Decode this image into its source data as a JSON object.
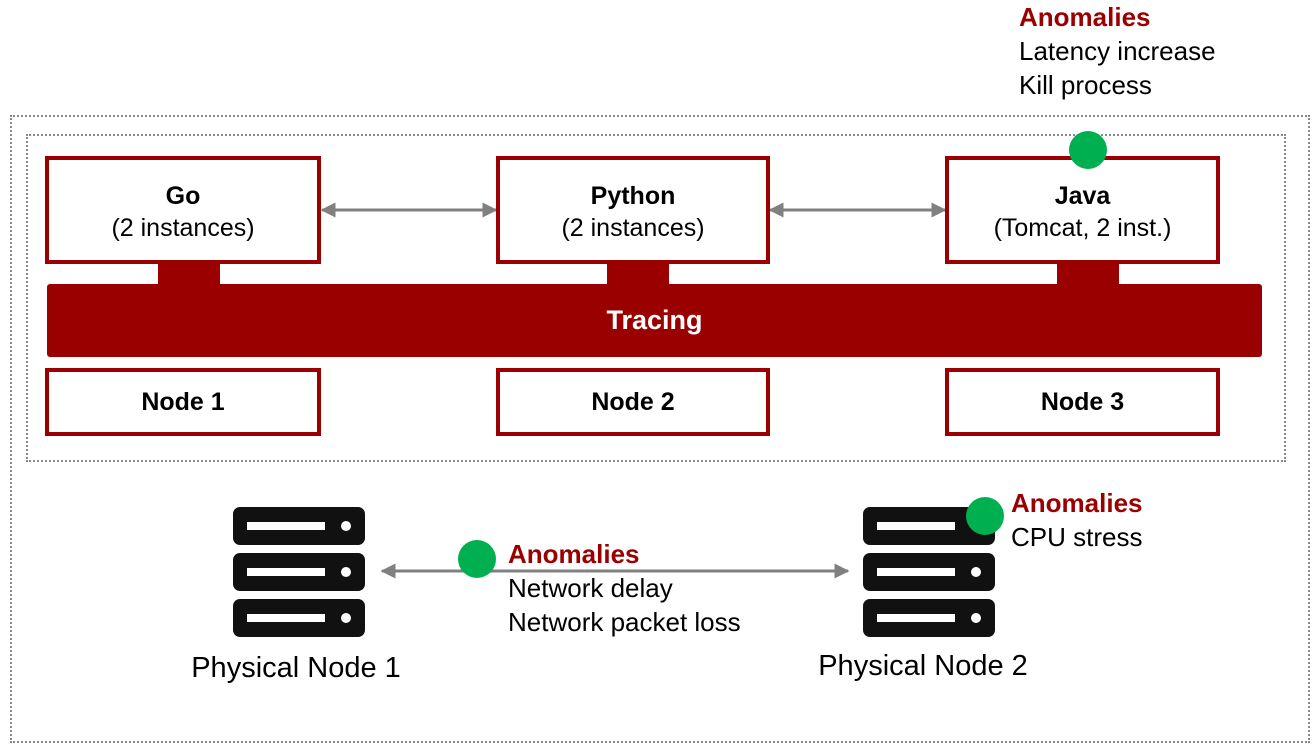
{
  "services": [
    {
      "name": "Go",
      "detail": "(2 instances)"
    },
    {
      "name": "Python",
      "detail": "(2 instances)"
    },
    {
      "name": "Java",
      "detail": "(Tomcat, 2 inst.)"
    }
  ],
  "tracing_label": "Tracing",
  "nodes": [
    "Node 1",
    "Node 2",
    "Node 3"
  ],
  "physical_nodes": [
    "Physical Node 1",
    "Physical Node 2"
  ],
  "anomalies": {
    "java": {
      "title": "Anomalies",
      "items": [
        "Latency increase",
        "Kill process"
      ]
    },
    "network": {
      "title": "Anomalies",
      "items": [
        "Network delay",
        "Network packet loss"
      ]
    },
    "physical_node_2": {
      "title": "Anomalies",
      "items": [
        "CPU stress"
      ]
    }
  },
  "colors": {
    "accent": "#9b0000",
    "anomaly_marker": "#00b050",
    "server": "#111111",
    "arrow": "#808080"
  },
  "icons": [
    "server-icon"
  ]
}
